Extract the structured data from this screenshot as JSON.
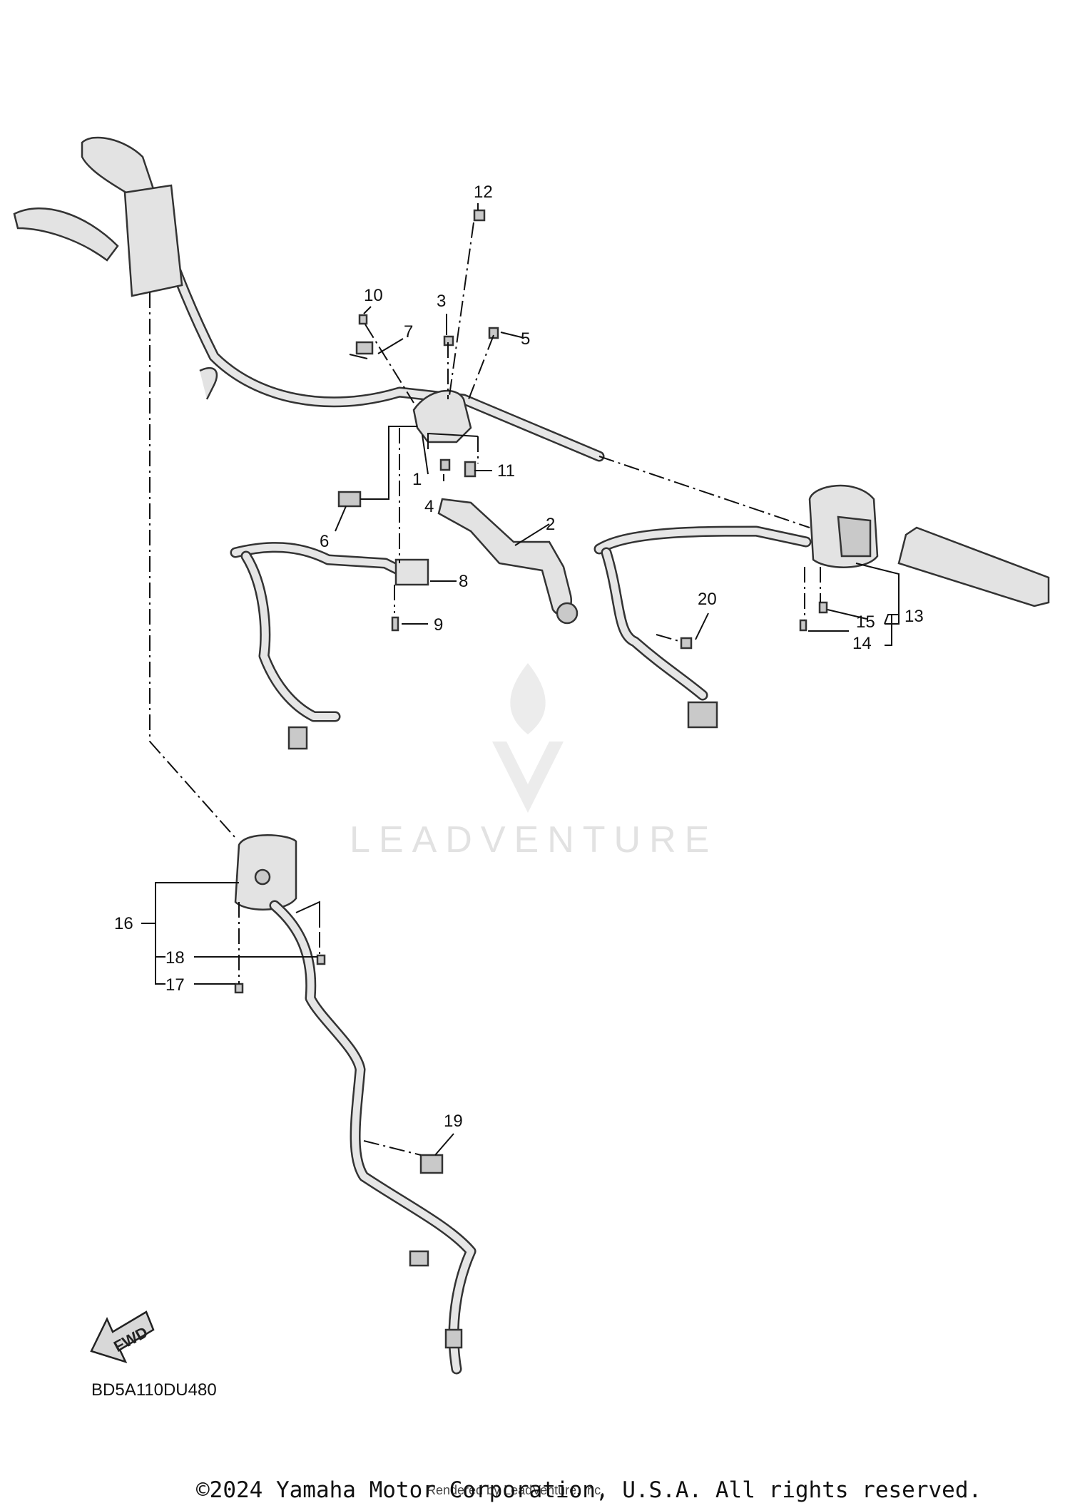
{
  "diagram": {
    "callouts": [
      {
        "id": "1",
        "text": "1"
      },
      {
        "id": "2",
        "text": "2"
      },
      {
        "id": "3",
        "text": "3"
      },
      {
        "id": "4",
        "text": "4"
      },
      {
        "id": "5",
        "text": "5"
      },
      {
        "id": "6",
        "text": "6"
      },
      {
        "id": "7",
        "text": "7"
      },
      {
        "id": "8",
        "text": "8"
      },
      {
        "id": "9",
        "text": "9"
      },
      {
        "id": "10",
        "text": "10"
      },
      {
        "id": "11",
        "text": "11"
      },
      {
        "id": "12",
        "text": "12"
      },
      {
        "id": "13",
        "text": "13"
      },
      {
        "id": "14",
        "text": "14"
      },
      {
        "id": "15",
        "text": "15"
      },
      {
        "id": "16",
        "text": "16"
      },
      {
        "id": "17",
        "text": "17"
      },
      {
        "id": "18",
        "text": "18"
      },
      {
        "id": "19",
        "text": "19"
      },
      {
        "id": "20",
        "text": "20"
      }
    ],
    "diagram_code": "BD5A110DU480",
    "fwd_label": "FWD",
    "watermark_text": "LEADVENTURE",
    "copyright": "©2024 Yamaha Motor Corporation, U.S.A. All rights reserved.",
    "rendered_by": "Rendered by LeadVenture, Inc."
  },
  "colors": {
    "line": "#111111",
    "part_fill": "#e3e3e3",
    "watermark": "#e2e2e2"
  }
}
